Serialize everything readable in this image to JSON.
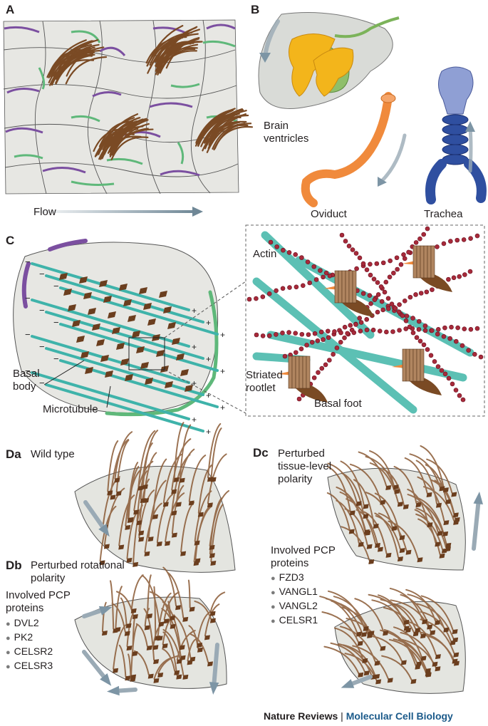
{
  "panels": {
    "A": {
      "letter": "A",
      "flow_label": "Flow"
    },
    "B": {
      "letter": "B",
      "brain_label_1": "Brain",
      "brain_label_2": "ventricles",
      "oviduct_label": "Oviduct",
      "trachea_label": "Trachea"
    },
    "C": {
      "letter": "C",
      "basal_body_1": "Basal",
      "basal_body_2": "body",
      "microtubule": "Microtubule",
      "actin": "Actin",
      "striated_1": "Striated",
      "striated_2": "rootlet",
      "basal_foot": "Basal foot",
      "minus": "−",
      "plus": "+"
    },
    "Da": {
      "letter": "Da",
      "title": "Wild type"
    },
    "Db": {
      "letter": "Db",
      "title_1": "Perturbed rotational",
      "title_2": "polarity",
      "proteins_title_1": "Involved PCP",
      "proteins_title_2": "proteins",
      "proteins": [
        "DVL2",
        "PK2",
        "CELSR2",
        "CELSR3"
      ]
    },
    "Dc": {
      "letter": "Dc",
      "title_1": "Perturbed",
      "title_2": "tissue-level",
      "title_3": "polarity",
      "proteins_title_1": "Involved PCP",
      "proteins_title_2": "proteins",
      "proteins": [
        "FZD3",
        "VANGL1",
        "VANGL2",
        "CELSR1"
      ]
    }
  },
  "footer": {
    "journal": "Nature Reviews",
    "separator": " | ",
    "section": "Molecular Cell Biology"
  },
  "colors": {
    "cell_fill": "#e6e6e2",
    "purple": "#7b4fa0",
    "green": "#5fb87a",
    "cilia": "#7a4a24",
    "microtubule": "#3fb3aa",
    "actin": "#8b1e2e",
    "basal_body": "#6b3e1e",
    "arrow": "#9aaab5",
    "ventricle": "#f3b51b",
    "oviduct": "#f08a3c",
    "trachea": "#2f4fa0"
  }
}
